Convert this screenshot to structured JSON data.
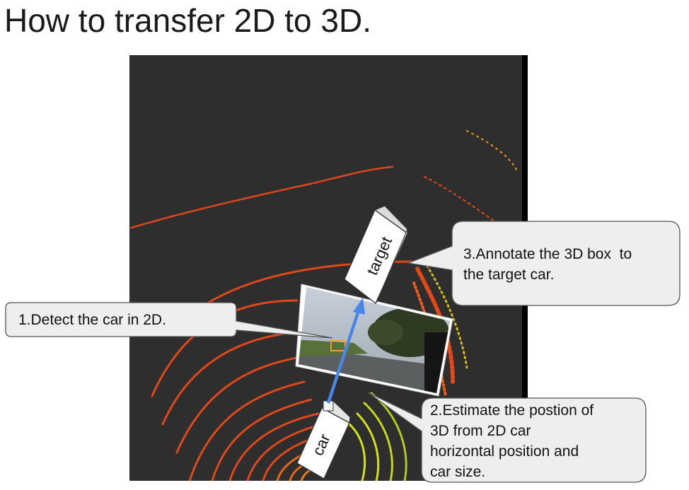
{
  "slide": {
    "title": "How to transfer 2D to 3D."
  },
  "callouts": {
    "step1": "1.Detect the car in 2D.",
    "step2_lines": [
      "2.Estimate the postion of",
      "3D from 2D car",
      "horizontal position and",
      "car size."
    ],
    "step3_lines": [
      "3.Annotate the 3D box  to",
      "the target car."
    ]
  },
  "boxes": {
    "target_label": "target",
    "car_label": "car"
  },
  "colors": {
    "point_cloud_bg": "#2e2e2e",
    "lidar_orange": "#e2481a",
    "lidar_yellow": "#d8e31a",
    "arrow_blue": "#4a86e8",
    "callout_fill": "#eeeeee",
    "callout_stroke": "#555555"
  }
}
